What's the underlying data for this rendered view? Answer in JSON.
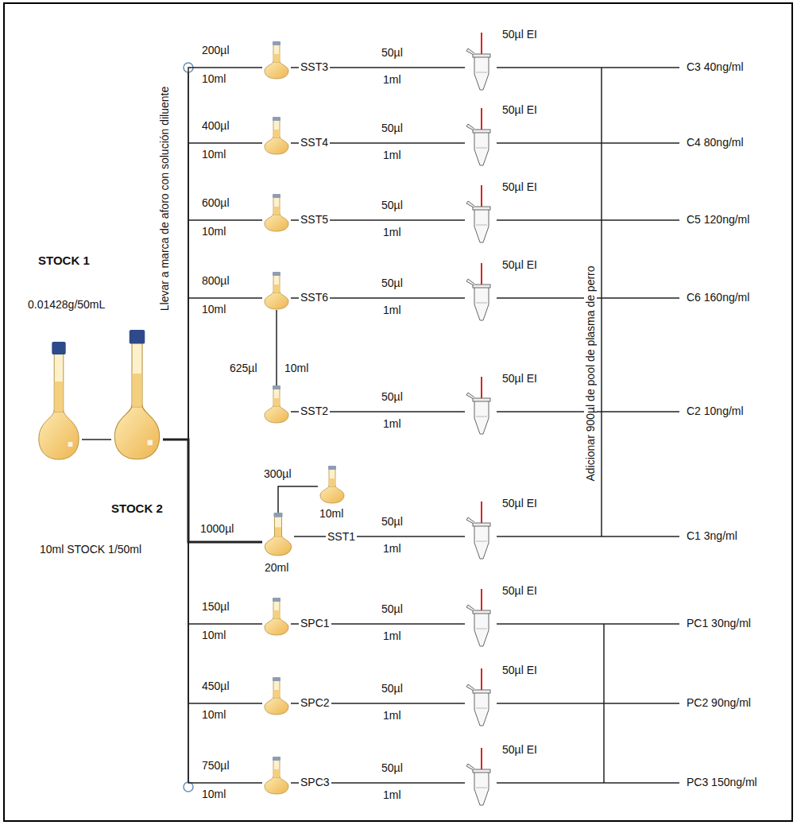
{
  "diagram": {
    "nodes": [
      {
        "text": [
          "STOCK 1",
          "0.01428g/50mL"
        ]
      },
      {
        "text": [
          "STOCK 2",
          "10ml STOCK 1/50ml"
        ]
      },
      {
        "text": [
          "SST3"
        ]
      },
      {
        "text": [
          "SST4"
        ]
      },
      {
        "text": [
          "SST5"
        ]
      },
      {
        "text": [
          "SST6"
        ]
      },
      {
        "text": [
          "SST2"
        ]
      },
      {
        "text": [
          "SST1",
          "20ml"
        ]
      },
      {
        "text": [
          "10ml"
        ]
      },
      {
        "text": [
          "SPC1"
        ]
      },
      {
        "text": [
          "SPC2"
        ]
      },
      {
        "text": [
          "SPC3"
        ]
      },
      {
        "text": [
          "50µl EI"
        ]
      },
      {
        "text": [
          "50µl EI"
        ]
      },
      {
        "text": [
          "50µl EI"
        ]
      },
      {
        "text": [
          "50µl EI"
        ]
      },
      {
        "text": [
          "50µl EI"
        ]
      },
      {
        "text": [
          "50µl EI"
        ]
      },
      {
        "text": [
          "50µl EI"
        ]
      },
      {
        "text": [
          "50µl EI"
        ]
      },
      {
        "text": [
          "50µl EI"
        ]
      }
    ],
    "edges": [
      {
        "from": 0,
        "to": 1,
        "arrow": "none"
      },
      {
        "from": 1,
        "to": 2,
        "label": "200µl",
        "arrow": "none"
      },
      {
        "from": 1,
        "to": 3,
        "label": "400µl",
        "arrow": "none"
      },
      {
        "from": 1,
        "to": 4,
        "label": "600µl",
        "arrow": "none"
      },
      {
        "from": 1,
        "to": 5,
        "label": "800µl",
        "arrow": "none"
      },
      {
        "from": 5,
        "to": 6,
        "label": "625µl",
        "arrow": "none"
      },
      {
        "from": 1,
        "to": 7,
        "label": "1000µl",
        "arrow": "none"
      },
      {
        "from": 7,
        "to": 8,
        "label": "300µl",
        "arrow": "none"
      },
      {
        "from": 1,
        "to": 9,
        "label": "150µl",
        "arrow": "none"
      },
      {
        "from": 1,
        "to": 10,
        "label": "450µl",
        "arrow": "none"
      },
      {
        "from": 1,
        "to": 11,
        "label": "750µl",
        "arrow": "none"
      },
      {
        "from": 2,
        "to": 12,
        "label": "50µl",
        "arrow": "none"
      },
      {
        "from": 3,
        "to": 13,
        "label": "50µl",
        "arrow": "none"
      },
      {
        "from": 4,
        "to": 14,
        "label": "50µl",
        "arrow": "none"
      },
      {
        "from": 5,
        "to": 15,
        "label": "50µl",
        "arrow": "none"
      },
      {
        "from": 6,
        "to": 16,
        "label": "50µl",
        "arrow": "none"
      },
      {
        "from": 7,
        "to": 17,
        "label": "50µl",
        "arrow": "none"
      },
      {
        "from": 9,
        "to": 18,
        "label": "50µl",
        "arrow": "none"
      },
      {
        "from": 10,
        "to": 19,
        "label": "50µl",
        "arrow": "none"
      },
      {
        "from": 11,
        "to": 20,
        "label": "50µl",
        "arrow": "none"
      }
    ],
    "labels": [
      "Llevar a marca de aforo con solución diluente",
      "Adicionar 900µl de pool de plasma de perro",
      "10ml",
      "10ml",
      "10ml",
      "10ml",
      "10ml",
      "10ml",
      "10ml",
      "10ml",
      "1ml",
      "1ml",
      "1ml",
      "1ml",
      "1ml",
      "1ml",
      "1ml",
      "1ml",
      "1ml",
      "C3 40ng/ml",
      "C4 80ng/ml",
      "C5 120ng/ml",
      "C6 160ng/ml",
      "C2 10ng/ml",
      "C1 3ng/ml",
      "PC1 30ng/ml",
      "PC2 90ng/ml",
      "PC3 150ng/ml"
    ]
  }
}
